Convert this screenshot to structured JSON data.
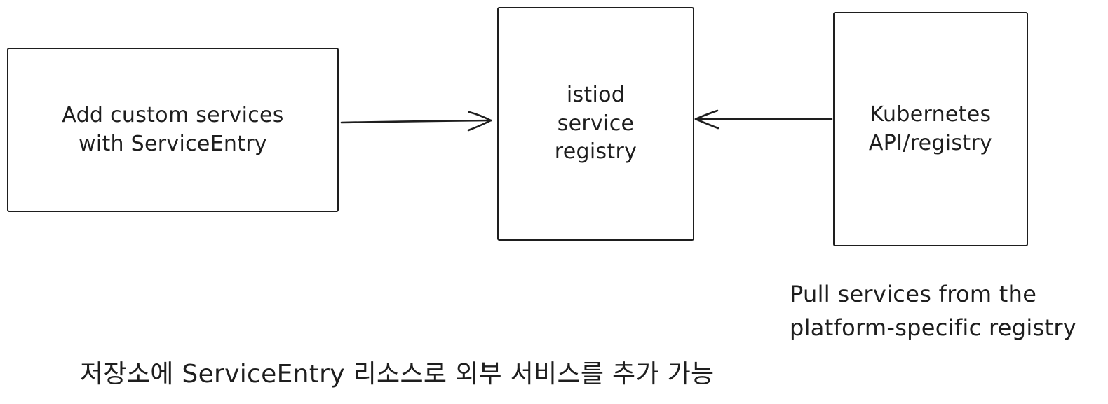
{
  "diagram": {
    "background": "#ffffff",
    "stroke_color": "#1e1e1e",
    "nodes": [
      {
        "id": "custom-services",
        "lines": [
          "Add custom services",
          "with ServiceEntry"
        ]
      },
      {
        "id": "istiod-service-registry",
        "lines": [
          "istiod",
          "service",
          "registry"
        ]
      },
      {
        "id": "kubernetes-api-registry",
        "lines": [
          "Kubernetes",
          "API/registry"
        ]
      }
    ],
    "edges": [
      {
        "id": "custom-services-to-istiod",
        "from": "custom-services",
        "to": "istiod-service-registry",
        "direction": "right"
      },
      {
        "id": "kubernetes-to-istiod",
        "from": "kubernetes-api-registry",
        "to": "istiod-service-registry",
        "direction": "left"
      }
    ],
    "annotations": {
      "pull_note": {
        "lines": [
          "Pull services from the",
          "platform-specific registry"
        ]
      },
      "korean_caption": "저장소에 ServiceEntry 리소스로 외부 서비스를 추가 가능"
    }
  }
}
